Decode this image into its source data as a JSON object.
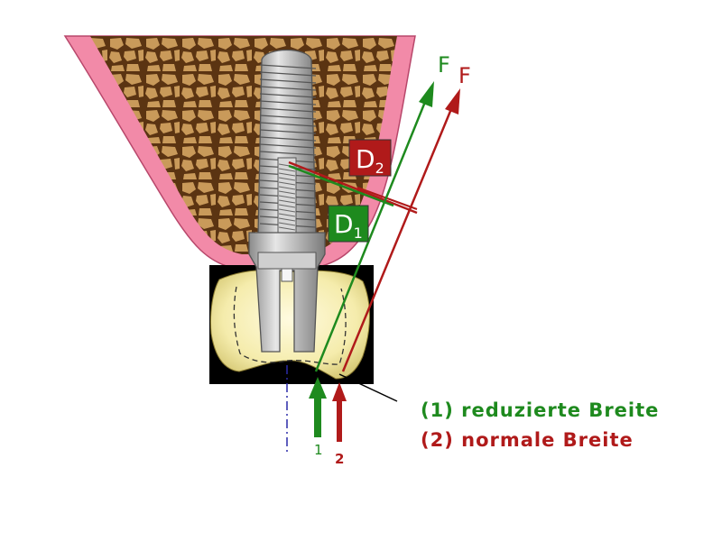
{
  "force_labels": {
    "f_green": "F",
    "f_red": "F"
  },
  "lever_labels": {
    "d1_main": "D",
    "d1_sub": "1",
    "d2_main": "D",
    "d2_sub": "2"
  },
  "arrow_numbers": {
    "one": "1",
    "two": "2"
  },
  "legend": {
    "line1": "(1) reduzierte Breite",
    "line2": "(2) normale Breite"
  },
  "colors": {
    "green": "#1e8a1e",
    "red": "#b01a1a",
    "gum": "#f28aa8",
    "bone": "#c99a5a",
    "crown": "#f4ecb0"
  }
}
